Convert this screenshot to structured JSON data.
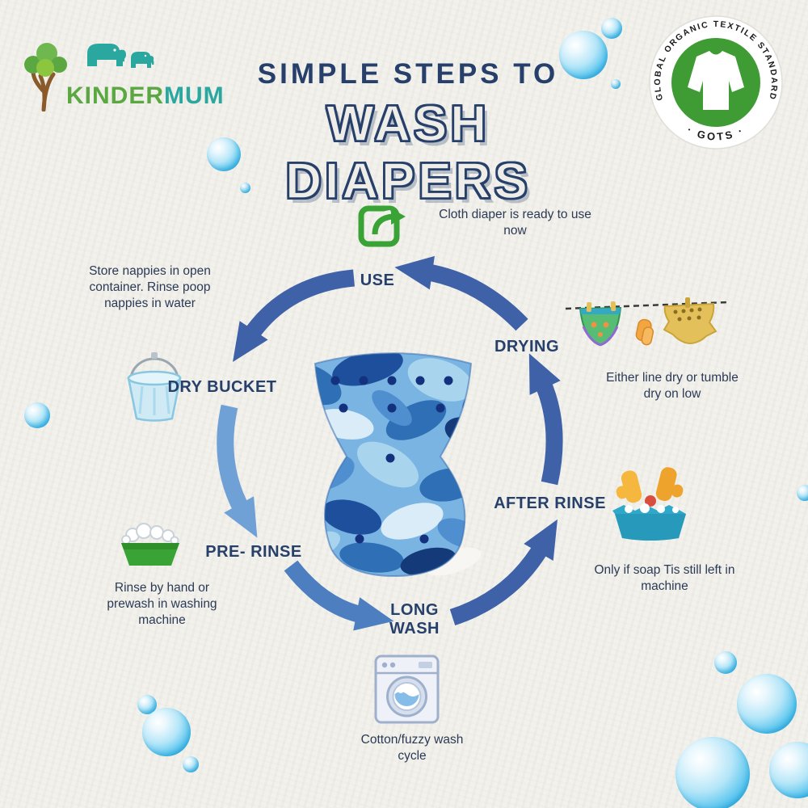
{
  "brand": {
    "kinder": "KINDER",
    "mum": "MUM"
  },
  "title": {
    "line1": "SIMPLE STEPS TO",
    "line2": "WASH DIAPERS"
  },
  "gots_badge": {
    "top_text": "GLOBAL ORGANIC TEXTILE STANDARD",
    "bottom_text": "· GOTS ·"
  },
  "steps": [
    {
      "label": "USE",
      "description": "Cloth diaper is ready to use now",
      "icon": "reuse-arrow-icon"
    },
    {
      "label": "DRYING",
      "description": "Either line dry or tumble dry on low",
      "icon": "clothesline-diapers-icon"
    },
    {
      "label": "AFTER RINSE",
      "description": "Only if soap Tis still left in machine",
      "icon": "hand-wash-basin-icon"
    },
    {
      "label": "LONG WASH",
      "description": "Cotton/fuzzy wash cycle",
      "icon": "washing-machine-icon"
    },
    {
      "label": "PRE- RINSE",
      "description": "Rinse by hand or prewash in washing machine",
      "icon": "soap-suds-dish-icon"
    },
    {
      "label": "DRY BUCKET",
      "description": "Store nappies in open container. Rinse poop nappies in water",
      "icon": "bucket-icon"
    }
  ],
  "colors": {
    "navy": "#27406b",
    "arrow_dark": "#3e61a8",
    "arrow_mid": "#4d7ec0",
    "arrow_light": "#6fa0d6",
    "green": "#3aa335",
    "teal": "#2aa79e",
    "gots_green": "#3f9c35",
    "bubble_blue": "#2fb5e8",
    "diaper_blue": "#2f6fb5"
  }
}
